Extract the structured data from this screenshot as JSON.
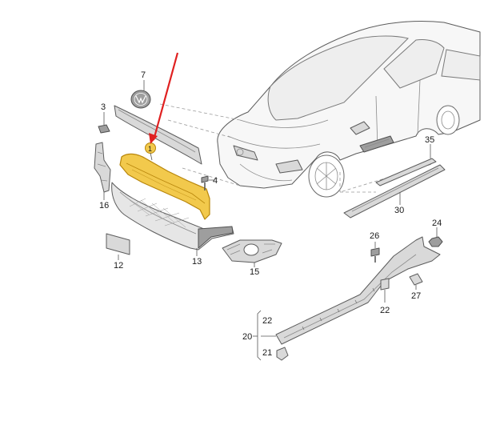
{
  "colors": {
    "highlight_fill": "#f2c94c",
    "highlight_stroke": "#b8860b",
    "arrow": "#e02020",
    "part_fill": "#d9d9d9",
    "line": "#6b6b6b"
  },
  "labels": {
    "p1": "1",
    "p3": "3",
    "p4": "4",
    "p7": "7",
    "p12": "12",
    "p13": "13",
    "p15": "15",
    "p16": "16",
    "p20": "20",
    "p21": "21",
    "p22a": "22",
    "p22b": "22",
    "p24": "24",
    "p26": "26",
    "p27": "27",
    "p30": "30",
    "p35": "35"
  }
}
